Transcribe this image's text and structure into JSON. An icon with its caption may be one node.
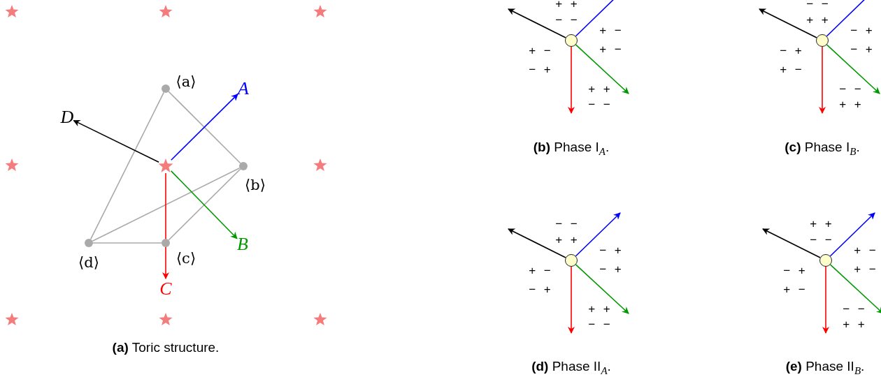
{
  "diagram": {
    "nodes": [
      {
        "text": [],
        "shape": "star"
      },
      {
        "text": [],
        "shape": "circle",
        "beside": [
          "⟨a⟩"
        ]
      },
      {
        "text": [],
        "shape": "circle",
        "beside": [
          "⟨b⟩"
        ]
      },
      {
        "text": [],
        "shape": "circle",
        "beside": [
          "⟨c⟩"
        ]
      },
      {
        "text": [],
        "shape": "circle",
        "beside": [
          "⟨d⟩"
        ]
      },
      {
        "text": [
          "A"
        ]
      },
      {
        "text": [
          "B"
        ]
      },
      {
        "text": [
          "C"
        ]
      },
      {
        "text": [
          "D"
        ]
      },
      {
        "text": [],
        "shape": "circle"
      },
      {
        "text": [],
        "shape": "circle"
      },
      {
        "text": [],
        "shape": "circle"
      },
      {
        "text": [],
        "shape": "circle"
      }
    ],
    "edges": [
      {
        "from": 1,
        "to": 2,
        "arrow": "none",
        "color": "#aaaaaa"
      },
      {
        "from": 1,
        "to": 4,
        "arrow": "none",
        "color": "#aaaaaa"
      },
      {
        "from": 4,
        "to": 2,
        "arrow": "none",
        "color": "#aaaaaa"
      },
      {
        "from": 3,
        "to": 2,
        "arrow": "none",
        "color": "#aaaaaa"
      },
      {
        "from": 4,
        "to": 3,
        "arrow": "none",
        "color": "#aaaaaa"
      },
      {
        "from": 0,
        "to": 5,
        "arrow": "to",
        "color": "#0000ff"
      },
      {
        "from": 0,
        "to": 6,
        "arrow": "to",
        "color": "#009900"
      },
      {
        "from": 0,
        "to": 7,
        "arrow": "to",
        "color": "#ff0000"
      },
      {
        "from": 0,
        "to": 8,
        "arrow": "to",
        "color": "#000000"
      },
      {
        "from": 9,
        "to": null,
        "arrow": "none",
        "color": "#0000ff"
      },
      {
        "from": 9,
        "to": null,
        "arrow": "to",
        "color": "#009900"
      },
      {
        "from": 9,
        "to": null,
        "arrow": "to",
        "color": "#ff0000"
      },
      {
        "from": 9,
        "to": null,
        "arrow": "to",
        "color": "#000000"
      },
      {
        "from": 10,
        "to": null,
        "arrow": "none",
        "color": "#0000ff"
      },
      {
        "from": 10,
        "to": null,
        "arrow": "to",
        "color": "#009900"
      },
      {
        "from": 10,
        "to": null,
        "arrow": "to",
        "color": "#ff0000"
      },
      {
        "from": 10,
        "to": null,
        "arrow": "to",
        "color": "#000000"
      },
      {
        "from": 11,
        "to": null,
        "arrow": "to",
        "color": "#0000ff"
      },
      {
        "from": 11,
        "to": null,
        "arrow": "to",
        "color": "#009900"
      },
      {
        "from": 11,
        "to": null,
        "arrow": "to",
        "color": "#ff0000"
      },
      {
        "from": 11,
        "to": null,
        "arrow": "to",
        "color": "#000000"
      },
      {
        "from": 12,
        "to": null,
        "arrow": "to",
        "color": "#0000ff"
      },
      {
        "from": 12,
        "to": null,
        "arrow": "to",
        "color": "#009900"
      },
      {
        "from": 12,
        "to": null,
        "arrow": "to",
        "color": "#ff0000"
      },
      {
        "from": 12,
        "to": null,
        "arrow": "to",
        "color": "#000000"
      }
    ],
    "labels": [
      "**(a)** Toric structure.",
      "+ +",
      "− −",
      "+ −",
      "+ −",
      "+ −",
      "− +",
      "+ +",
      "− −",
      "**(b)** Phase I$_{A}$.",
      "− −",
      "+ +",
      "− +",
      "− +",
      "− +",
      "+ −",
      "− −",
      "+ +",
      "**(c)** Phase I$_{B}$.",
      "− −",
      "+ +",
      "− +",
      "− +",
      "+ −",
      "− +",
      "+ +",
      "− −",
      "**(d)** Phase II$_{A}$.",
      "+ +",
      "− −",
      "+ −",
      "+ −",
      "− +",
      "+ −",
      "− −",
      "+ +",
      "**(e)** Phase II$_{B}$."
    ]
  }
}
